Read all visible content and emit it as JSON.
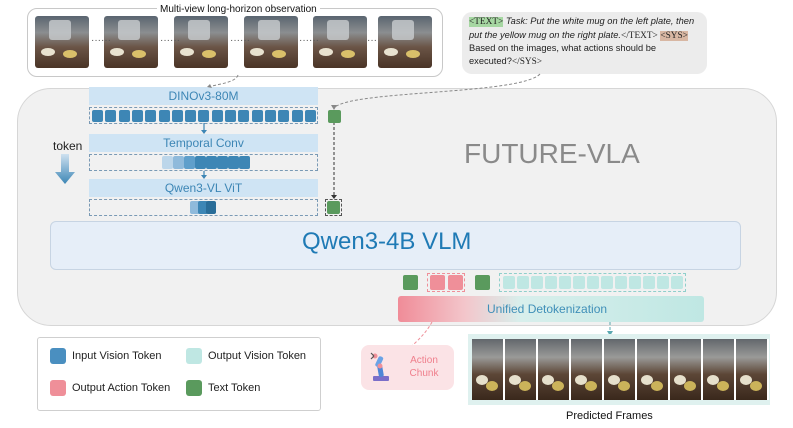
{
  "observation": {
    "title": "Multi-view long-horizon observation",
    "frame_count": 6
  },
  "prompt": {
    "text_tag_open": "<TEXT>",
    "task_text": "Task: Put the white mug on the left plate, then put the yellow mug on the right plate.",
    "text_tag_close": "</TEXT>",
    "sys_tag_open": "<SYS>",
    "sys_text": "Based on the images, what actions should be executed?",
    "sys_tag_close": "</SYS>"
  },
  "model": {
    "title": "FUTURE-VLA",
    "encoder_label": "DINOv3-80M",
    "temporal_label": "Temporal Conv",
    "vit_label": "Qwen3-VL ViT",
    "vlm_label": "Qwen3-4B VLM",
    "token_label": "token",
    "detokenizer_label": "Unified Detokenization",
    "action_chunk_label": "Action Chunk",
    "predicted_frames_label": "Predicted Frames"
  },
  "legend": {
    "items": [
      {
        "label": "Input Vision Token",
        "color": "#4a8fc0"
      },
      {
        "label": "Output Vision Token",
        "color": "#bfe7e3"
      },
      {
        "label": "Output Action Token",
        "color": "#ef8f99"
      },
      {
        "label": "Text Token",
        "color": "#5a9a5d"
      }
    ]
  },
  "colors": {
    "input_vision": "#3d86b5",
    "output_vision": "#bfe7e3",
    "action": "#ef8f99",
    "text": "#5a9a5d",
    "vlm_text": "#1f7ab5"
  }
}
